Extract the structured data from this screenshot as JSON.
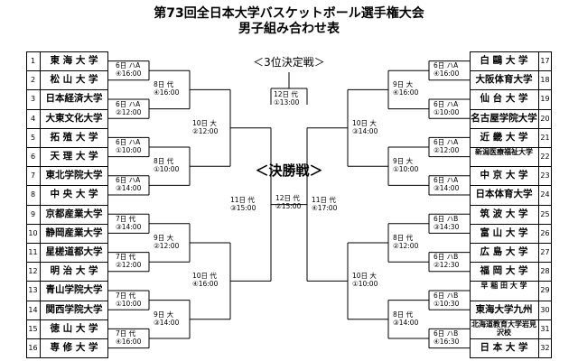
{
  "title_line1": "第73回全日本大学バスケットボール選手権大会",
  "title_line2": "男子組み合わせ表",
  "third_place_label": "＜3位決定戦＞",
  "final_label": "＜決勝戦＞",
  "left_teams": [
    {
      "num": "1",
      "name": "東 海 大 学"
    },
    {
      "num": "2",
      "name": "松 山 大 学"
    },
    {
      "num": "3",
      "name": "日本経済大学"
    },
    {
      "num": "4",
      "name": "大東文化大学"
    },
    {
      "num": "5",
      "name": "拓 殖 大 学"
    },
    {
      "num": "6",
      "name": "天 理 大 学"
    },
    {
      "num": "7",
      "name": "東北学院大学"
    },
    {
      "num": "8",
      "name": "中 央 大 学"
    },
    {
      "num": "9",
      "name": "京都産業大学"
    },
    {
      "num": "10",
      "name": "静岡産業大学"
    },
    {
      "num": "11",
      "name": "星槎道都大学"
    },
    {
      "num": "12",
      "name": "明 治 大 学"
    },
    {
      "num": "13",
      "name": "青山学院大学"
    },
    {
      "num": "14",
      "name": "関西学院大学"
    },
    {
      "num": "15",
      "name": "徳 山 大 学"
    },
    {
      "num": "16",
      "name": "専 修 大 学"
    }
  ],
  "right_teams": [
    {
      "num": "17",
      "name": "白 鷗 大 学"
    },
    {
      "num": "18",
      "name": "大阪体育大学"
    },
    {
      "num": "19",
      "name": "仙 台 大 学"
    },
    {
      "num": "20",
      "name": "名古屋学院大学"
    },
    {
      "num": "21",
      "name": "近 畿 大 学"
    },
    {
      "num": "22",
      "name": "新潟医療福祉大学"
    },
    {
      "num": "23",
      "name": "中 京 大 学"
    },
    {
      "num": "24",
      "name": "日本体育大学"
    },
    {
      "num": "25",
      "name": "筑 波 大 学"
    },
    {
      "num": "26",
      "name": "富 山 大 学"
    },
    {
      "num": "27",
      "name": "広 島 大 学"
    },
    {
      "num": "28",
      "name": "福 岡 大 学"
    },
    {
      "num": "29",
      "name": "早 稲 田 大 学"
    },
    {
      "num": "30",
      "name": "東海大学九州"
    },
    {
      "num": "31",
      "name": "北海道教育大学岩見沢校"
    },
    {
      "num": "32",
      "name": "日 本 大 学"
    }
  ],
  "matches": {
    "L_r1": [
      {
        "l1": "6日 ハA",
        "l2": "④16:00"
      },
      {
        "l1": "6日 ハA",
        "l2": "②12:00"
      },
      {
        "l1": "6日 ハA",
        "l2": "①10:00"
      },
      {
        "l1": "6日 ハA",
        "l2": "③14:00"
      },
      {
        "l1": "7日 代",
        "l2": "③14:00"
      },
      {
        "l1": "7日 代",
        "l2": "②12:00"
      },
      {
        "l1": "7日 代",
        "l2": "①10:00"
      },
      {
        "l1": "7日 代",
        "l2": "④16:00"
      }
    ],
    "L_r2": [
      {
        "l1": "8日 代",
        "l2": "④16:00"
      },
      {
        "l1": "8日 代",
        "l2": "①10:00"
      },
      {
        "l1": "9日 大",
        "l2": "②12:00"
      },
      {
        "l1": "9日 大",
        "l2": "③14:00"
      }
    ],
    "L_r3": [
      {
        "l1": "10日 大",
        "l2": "②12:00"
      },
      {
        "l1": "10日 代",
        "l2": "④16:00"
      }
    ],
    "L_sf": {
      "l1": "11日 代",
      "l2": "③15:00"
    },
    "R_r1": [
      {
        "l1": "6日 ハA",
        "l2": "④16:00"
      },
      {
        "l1": "6日 ハA",
        "l2": "①10:00"
      },
      {
        "l1": "6日 ハA",
        "l2": "②12:00"
      },
      {
        "l1": "6日 ハA",
        "l2": "③14:00"
      },
      {
        "l1": "6日 ハB",
        "l2": "③14:30"
      },
      {
        "l1": "6日 ハB",
        "l2": "②12:30"
      },
      {
        "l1": "6日 ハB",
        "l2": "①10:30"
      },
      {
        "l1": "6日 ハB",
        "l2": "④16:30"
      }
    ],
    "R_r2": [
      {
        "l1": "9日 大",
        "l2": "④16:00"
      },
      {
        "l1": "9日 大",
        "l2": "①10:00"
      },
      {
        "l1": "8日 代",
        "l2": "②12:00"
      },
      {
        "l1": "8日 代",
        "l2": "③14:00"
      }
    ],
    "R_r3": [
      {
        "l1": "10日 大",
        "l2": "③14:00"
      },
      {
        "l1": "10日 大",
        "l2": "①10:00"
      }
    ],
    "R_sf": {
      "l1": "11日 代",
      "l2": "④17:00"
    },
    "final": {
      "l1": "12日 代",
      "l2": "②15:00"
    },
    "third": {
      "l1": "12日 代",
      "l2": "①13:00"
    }
  }
}
